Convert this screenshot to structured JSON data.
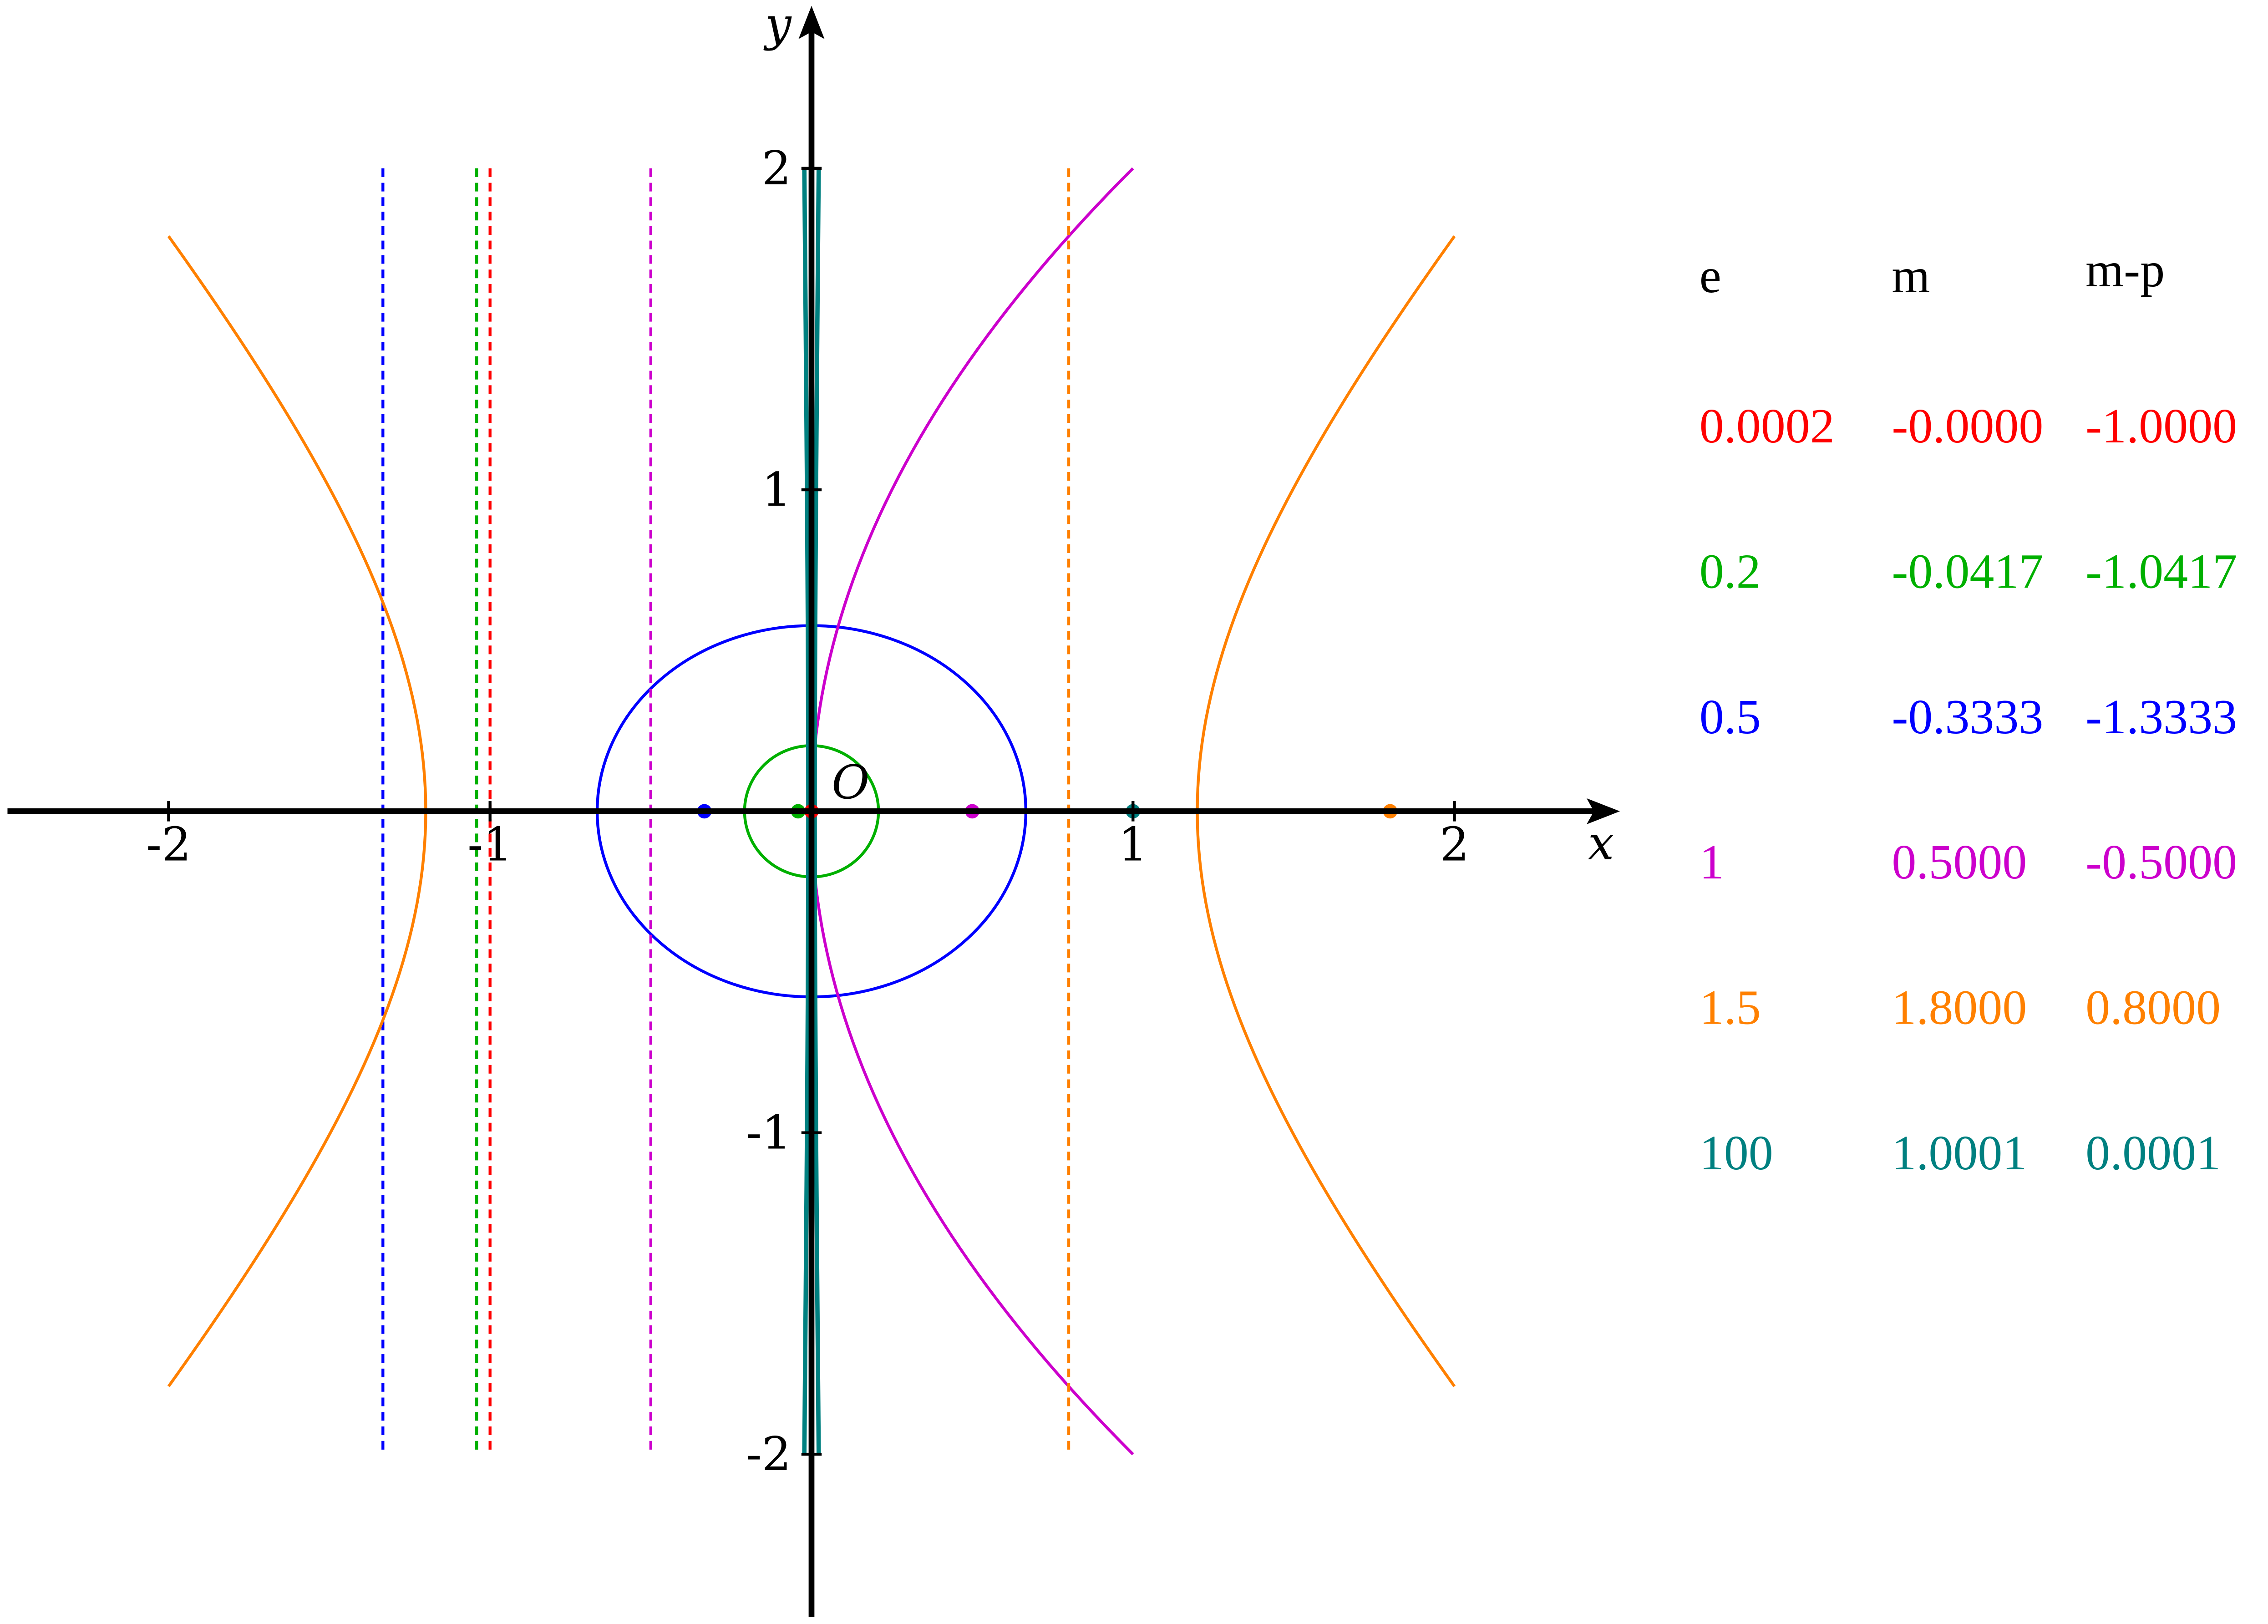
{
  "chart_data": {
    "type": "line",
    "title": "",
    "xlabel": "x",
    "ylabel": "y",
    "origin_label": "O",
    "xlim": [
      -2.5,
      2.5
    ],
    "ylim": [
      -2.5,
      2.5
    ],
    "x_ticks": [
      "-2",
      "-1",
      "1",
      "2"
    ],
    "x_tick_values": [
      -2,
      -1,
      1,
      2
    ],
    "y_ticks": [
      "2",
      "1",
      "-1",
      "-2"
    ],
    "y_tick_values": [
      2,
      1,
      -1,
      -2
    ],
    "grid": false,
    "series": [
      {
        "name": "e=0.0002",
        "e": 0.0002,
        "m": -0.0,
        "m_minus_p": -1.0,
        "color": "#ff0000",
        "kind": "ellipse",
        "a": 0.0002
      },
      {
        "name": "e=0.2",
        "e": 0.2,
        "m": -0.0417,
        "m_minus_p": -1.0417,
        "color": "#00b000",
        "kind": "ellipse",
        "a": 0.2083
      },
      {
        "name": "e=0.5",
        "e": 0.5,
        "m": -0.3333,
        "m_minus_p": -1.3333,
        "color": "#0000ff",
        "kind": "ellipse",
        "a": 0.6667
      },
      {
        "name": "e=1",
        "e": 1,
        "m": 0.5,
        "m_minus_p": -0.5,
        "color": "#cc00cc",
        "kind": "parabola",
        "k": 0.25
      },
      {
        "name": "e=1.5",
        "e": 1.5,
        "m": 1.8,
        "m_minus_p": 0.8,
        "color": "#ff8000",
        "kind": "hyperbola",
        "a": 1.2
      },
      {
        "name": "e=100",
        "e": 100,
        "m": 1.0001,
        "m_minus_p": 0.0001,
        "color": "#008080",
        "kind": "hyperbola",
        "a": 0.01
      }
    ]
  },
  "table": {
    "headers": [
      "e",
      "m",
      "m-p"
    ],
    "rows": [
      {
        "e": "0.0002",
        "m": "-0.0000",
        "mp": "-1.0000",
        "color": "#ff0000"
      },
      {
        "e": "0.2",
        "m": "-0.0417",
        "mp": "-1.0417",
        "color": "#00b000"
      },
      {
        "e": "0.5",
        "m": "-0.3333",
        "mp": "-1.3333",
        "color": "#0000ff"
      },
      {
        "e": "1",
        "m": "0.5000",
        "mp": "-0.5000",
        "color": "#cc00cc"
      },
      {
        "e": "1.5",
        "m": "1.8000",
        "mp": "0.8000",
        "color": "#ff8000"
      },
      {
        "e": "100",
        "m": "1.0001",
        "mp": "0.0001",
        "color": "#008080"
      }
    ]
  }
}
